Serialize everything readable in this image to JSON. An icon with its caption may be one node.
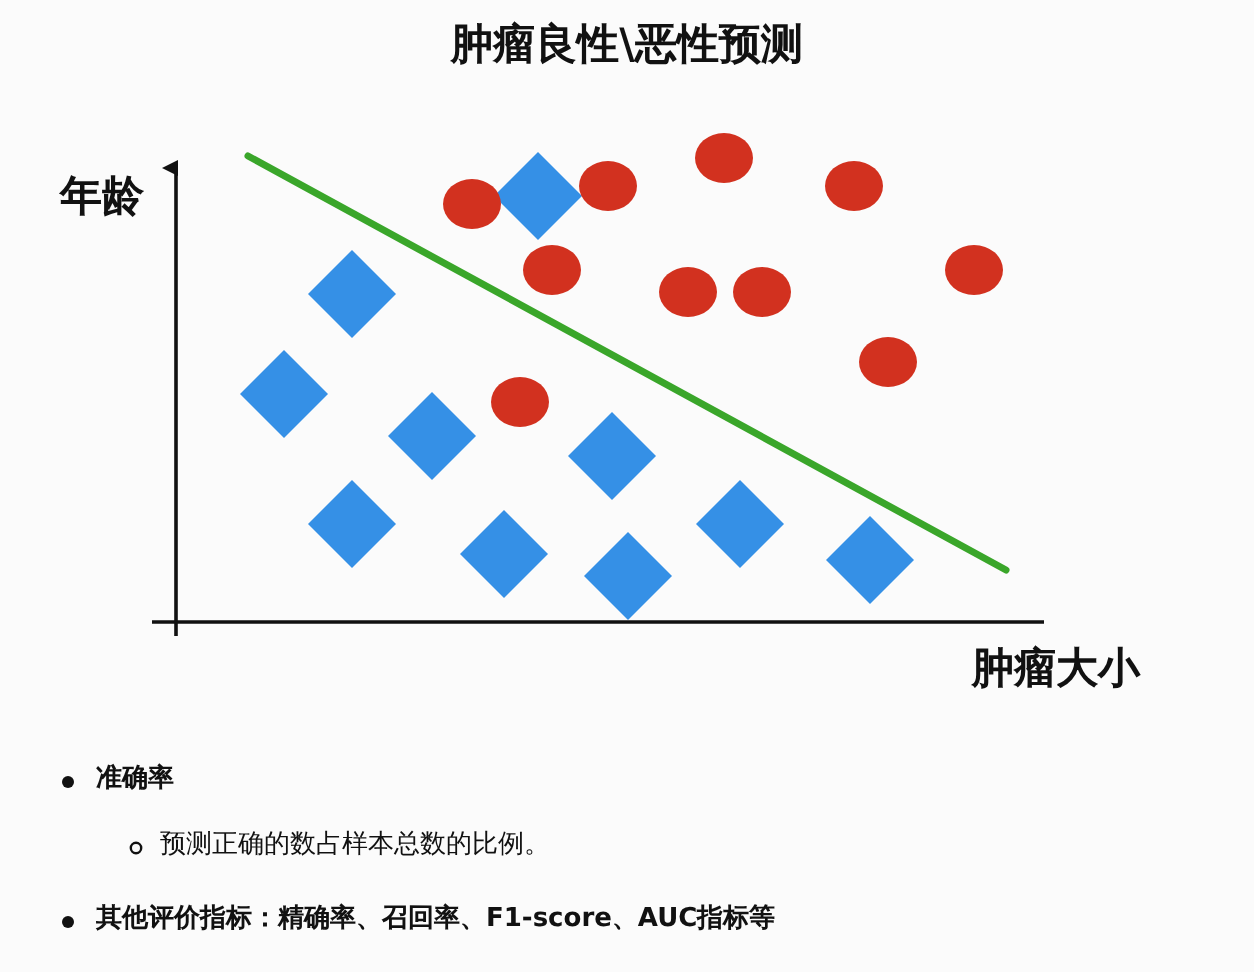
{
  "diagram": {
    "title": "肿瘤良性\\恶性预测",
    "labels": [
      "年龄",
      "肿瘤大小",
      "准确率",
      "预测正确的数占样本总数的比例。",
      "其他评价指标：精确率、召回率、F1-score、AUC指标等"
    ]
  }
}
